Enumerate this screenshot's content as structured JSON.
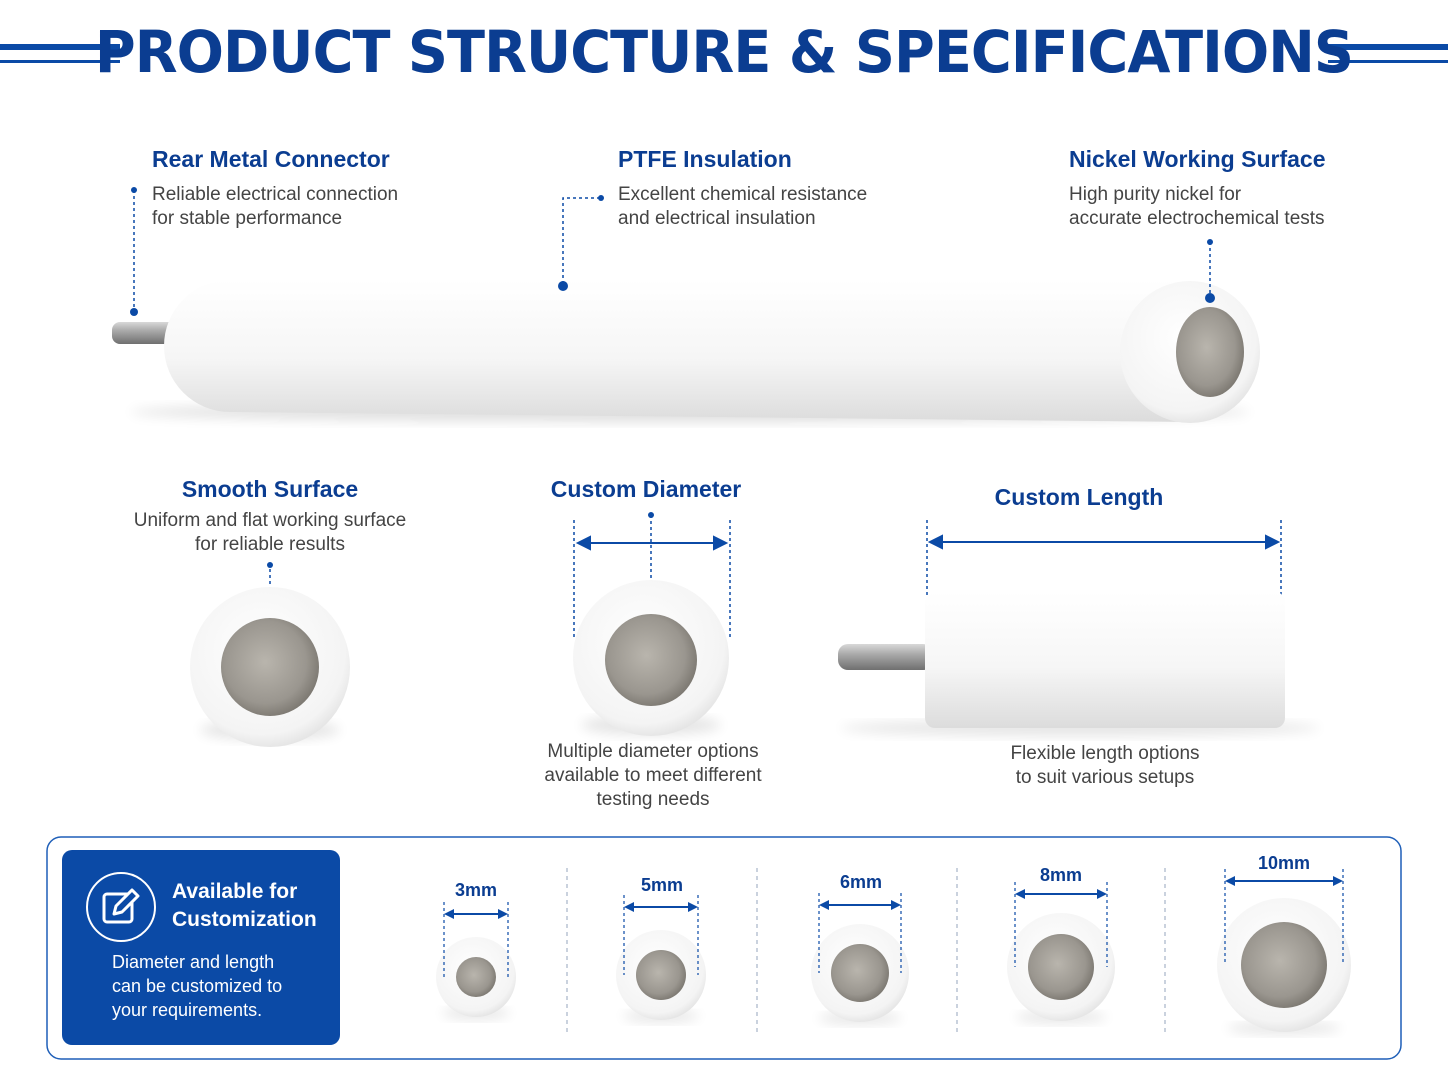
{
  "title": "PRODUCT STRUCTURE & SPECIFICATIONS",
  "colors": {
    "accent": "#0b4aa6",
    "heading": "#0b3d91",
    "ptfe": "#f7f7f7",
    "nickel": "#9a968f"
  },
  "callouts": {
    "rear": {
      "title": "Rear Metal Connector",
      "desc1": "Reliable electrical connection",
      "desc2": "for stable performance"
    },
    "ptfe": {
      "title": "PTFE Insulation",
      "desc1": "Excellent chemical resistance",
      "desc2": "and electrical insulation"
    },
    "nickel": {
      "title": "Nickel Working Surface",
      "desc1": "High purity nickel for",
      "desc2": "accurate electrochemical tests"
    }
  },
  "features": {
    "smooth": {
      "title": "Smooth Surface",
      "desc1": "Uniform and flat working surface",
      "desc2": "for reliable results"
    },
    "diameter": {
      "title": "Custom Diameter",
      "desc1": "Multiple diameter options",
      "desc2": "available to meet different",
      "desc3": "testing needs"
    },
    "length": {
      "title": "Custom Length",
      "desc1": "Flexible length options",
      "desc2": "to suit various setups"
    }
  },
  "customization": {
    "title1": "Available for",
    "title2": "Customization",
    "desc1": "Diameter and length",
    "desc2": "can be customized to",
    "desc3": "your requirements.",
    "icon": "edit-icon"
  },
  "sizes": [
    "3mm",
    "5mm",
    "6mm",
    "8mm",
    "10mm"
  ]
}
